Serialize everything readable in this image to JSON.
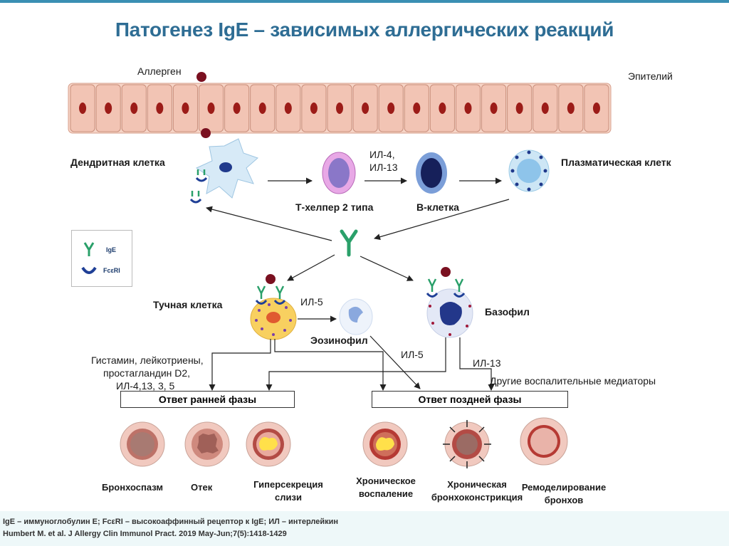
{
  "title": "Патогенез IgE – зависимых аллергических реакций",
  "labels": {
    "allergen": "Аллерген",
    "epithelium": "Эпителий",
    "dendritic": "Дендритная клетка",
    "il4": "ИЛ-4,",
    "il13_top": "ИЛ-13",
    "th2": "Т-хелпер 2 типа",
    "bcell": "В-клетка",
    "plasma": "Плазматическая клетк",
    "mast": "Тучная клетка",
    "il5_top": "ИЛ-5",
    "eosinophil": "Эозинофил",
    "basophil": "Базофил",
    "mediators_1": "Гистамин, лейкотриены,",
    "mediators_2": "простагландин D2,",
    "mediators_3": "ИЛ-4,13, 3, 5",
    "il5_bottom": "ИЛ-5",
    "il13_bottom": "ИЛ-13",
    "other_mediators": "Другие воспалительные медиаторы",
    "early_phase": "Ответ ранней фазы",
    "late_phase": "Ответ поздней фазы"
  },
  "legend": {
    "ige": "IgE",
    "fceri": "FcεRI"
  },
  "outcomes": {
    "bronchospasm": "Бронхоспазм",
    "edema": "Отек",
    "hypersecretion_1": "Гиперсекреция",
    "hypersecretion_2": "слизи",
    "chronic_inflammation_1": "Хроническое",
    "chronic_inflammation_2": "воспаление",
    "chronic_constriction_1": "Хроническая",
    "chronic_constriction_2": "бронхоконстрикция",
    "remodeling_1": "Ремоделирование",
    "remodeling_2": "бронхов"
  },
  "footer": {
    "line1": "IgE – иммуноглобулин E; FcεRI – высокоаффинный рецептор к IgE;  ИЛ – интерлейкин",
    "line2": "Humbert M. et al. J Allergy Clin Immunol Pract. 2019 May-Jun;7(5):1418-1429"
  },
  "colors": {
    "title": "#2e6d94",
    "epithelium": "#f2c4b4",
    "nucleus": "#9c1c18",
    "allergen": "#7a1020",
    "ige": "#2aa06a",
    "fceri": "#1f3f96"
  }
}
